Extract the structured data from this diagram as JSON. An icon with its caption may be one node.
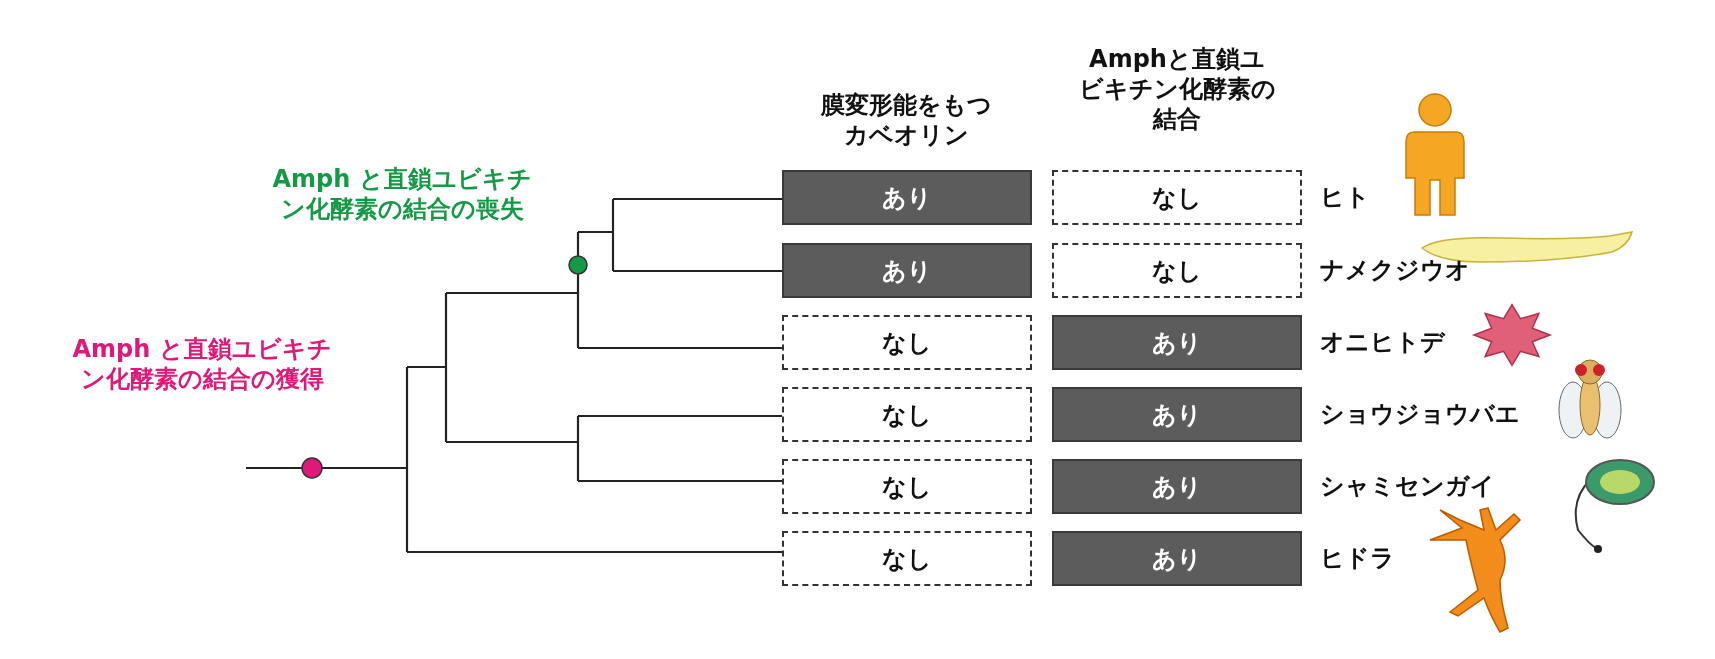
{
  "diagram": {
    "nodes": [
      {
        "text": [
          "あり"
        ]
      },
      {
        "text": [
          "なし"
        ]
      },
      {
        "text": [
          "あり"
        ]
      },
      {
        "text": [
          "なし"
        ]
      },
      {
        "text": [
          "なし"
        ]
      },
      {
        "text": [
          "あり"
        ]
      },
      {
        "text": [
          "なし"
        ]
      },
      {
        "text": [
          "あり"
        ]
      },
      {
        "text": [
          "なし"
        ]
      },
      {
        "text": [
          "あり"
        ]
      },
      {
        "text": [
          "なし"
        ]
      },
      {
        "text": [
          "あり"
        ]
      }
    ],
    "labels": [
      "Amphと直鎖ユビキチン化酵素の結合",
      "膜変形能をもつカベオリン",
      "Amph と直鎖ユビキチン化酵素の結合の喪失",
      "Amph と直鎖ユビキチン化酵素の結合の獲得",
      "ヒト",
      "ナメクジウオ",
      "オニヒトデ",
      "ショウジョウバエ",
      "シャミセンガイ",
      "ヒドラ"
    ]
  }
}
